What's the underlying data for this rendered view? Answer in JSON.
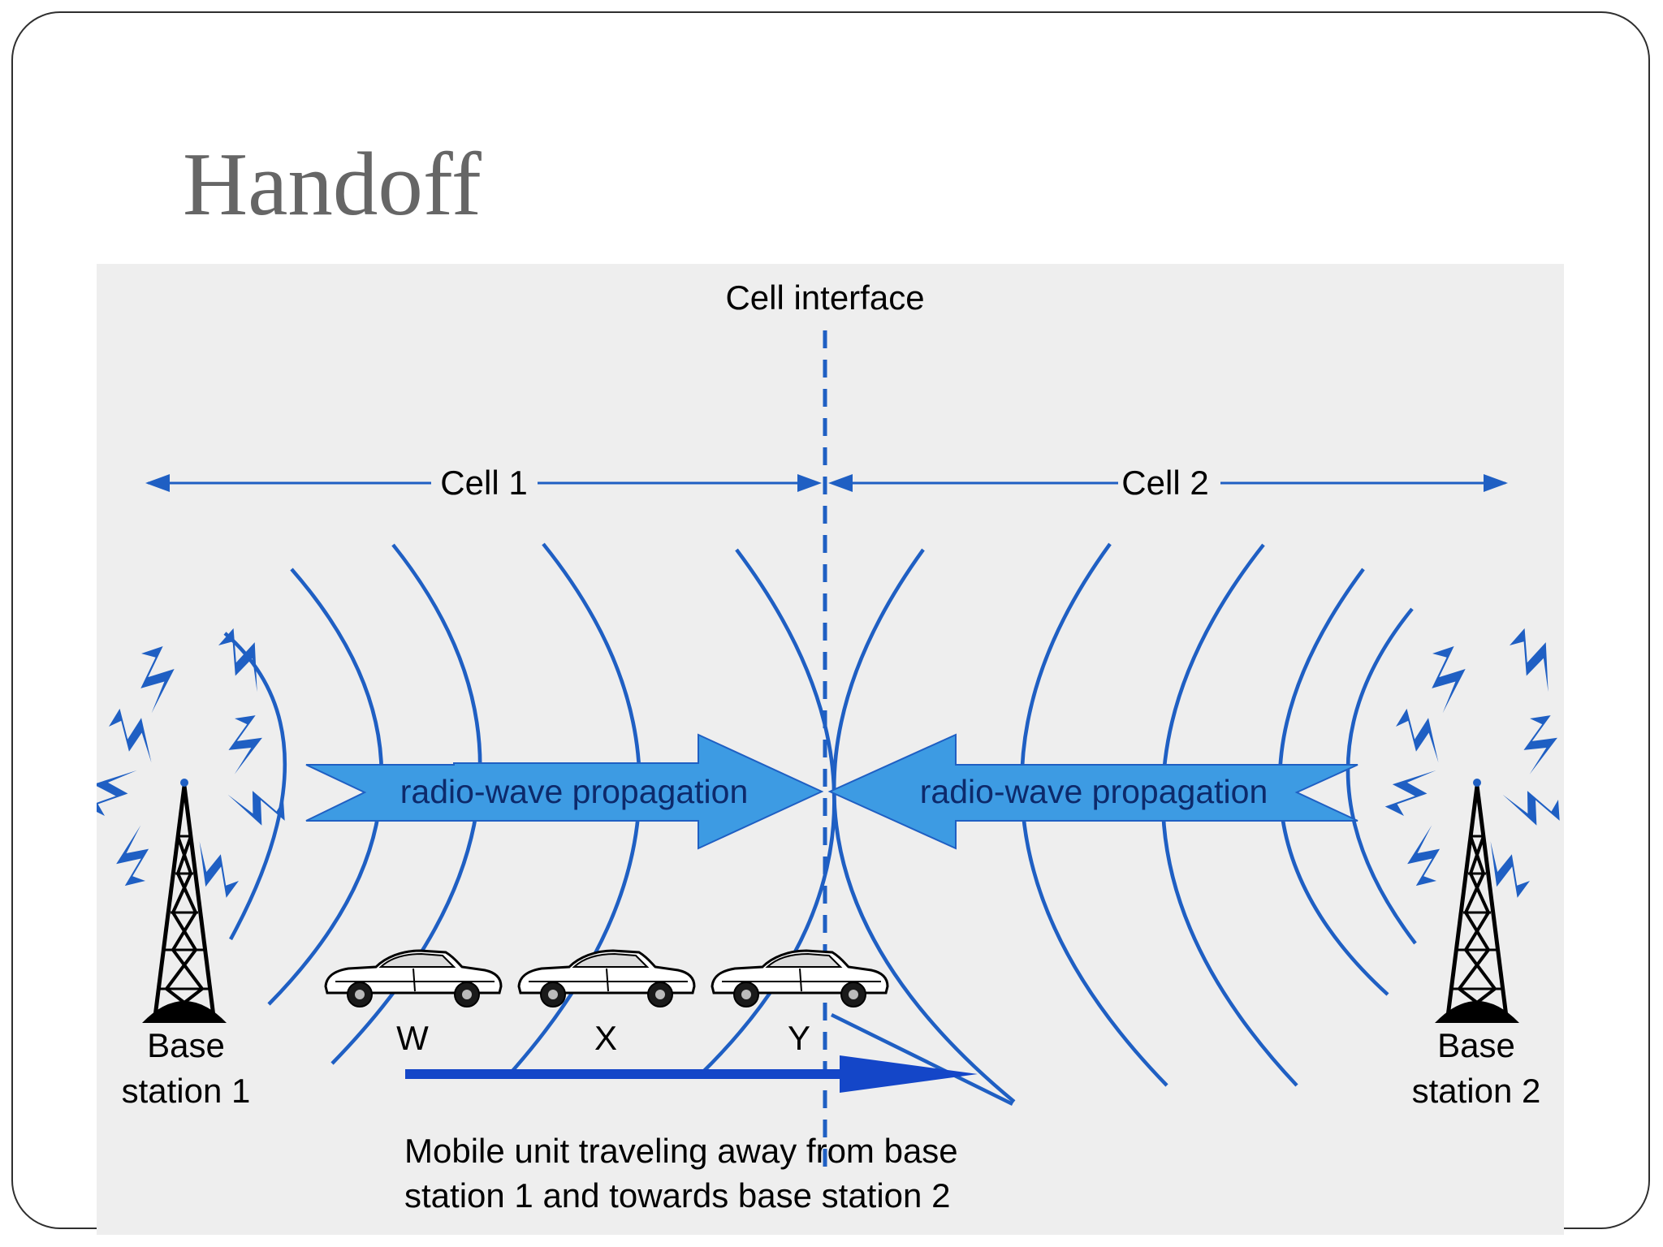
{
  "slide": {
    "title": "Handoff"
  },
  "diagram": {
    "cell_interface_label": "Cell interface",
    "cell1_label": "Cell 1",
    "cell2_label": "Cell 2",
    "propagation_left_label": "radio-wave propagation",
    "propagation_right_label": "radio-wave propagation",
    "base_station_1": {
      "line1": "Base",
      "line2": "station 1"
    },
    "base_station_2": {
      "line1": "Base",
      "line2": "station 2"
    },
    "positions": [
      "W",
      "X",
      "Y"
    ],
    "caption": {
      "line1": "Mobile unit traveling away from base",
      "line2": "station 1 and towards base station 2"
    }
  },
  "colors": {
    "wave_blue": "#1f5fc3",
    "arrow_fill": "#3d9be3",
    "motion_arrow": "#1446c8",
    "title_gray": "#666666",
    "diagram_bg": "#eeeeee"
  }
}
